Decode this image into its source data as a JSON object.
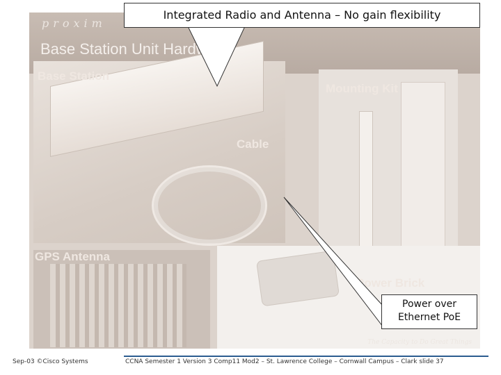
{
  "slide": {
    "logo_text": "proxim",
    "title": "Base Station Unit Hardware",
    "photo_labels": {
      "base_station": "Base Station",
      "cable": "Cable",
      "mounting_kit": "Mounting Kit",
      "gps_antenna": "GPS Antenna",
      "power_brick": "Power Brick"
    },
    "tagline": "The Capacity to Do Great Things"
  },
  "callouts": {
    "top": "Integrated Radio and Antenna – No gain flexibility",
    "side_line1": "Power over",
    "side_line2": "Ethernet PoE"
  },
  "footer": {
    "left": "Sep-03 ©Cisco Systems",
    "right": "CCNA Semester 1 Version 3 Comp11 Mod2 – St. Lawrence College – Cornwall Campus – Clark slide 37"
  },
  "colors": {
    "accent_rule": "#2a5b8f",
    "slide_background": "#dcd3cc"
  }
}
